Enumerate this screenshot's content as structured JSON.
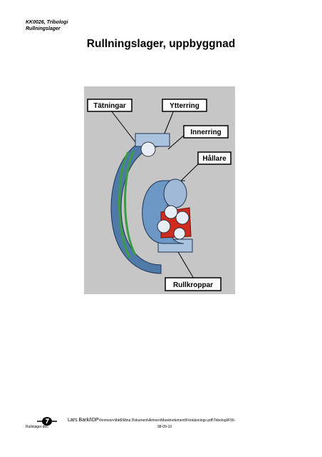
{
  "header": {
    "course": "KK0026, Tribologi",
    "subject": "Rullningslager"
  },
  "title": "Rullningslager, uppbyggnad",
  "figure": {
    "labels": {
      "seals": "Tätningar",
      "outer_ring": "Ytterring",
      "inner_ring": "Innerring",
      "cage": "Hållare",
      "rolling_elements": "Rullkroppar"
    },
    "colors": {
      "background": "#c6c6c6",
      "ring": "#5b86b4",
      "seal": "#3e9a45",
      "ball": "#e8eef6",
      "cage": "#cf2b1e"
    }
  },
  "footer": {
    "author": "Lars Bark/IDP",
    "path": "\\\\homesrv\\lbk$\\Mina Dokument\\Ämnen\\Maskinelement\\Föreläsnings-pdf\\Tribologi\\F56-",
    "file": "Rullnlager.doc",
    "date": "98-09-10"
  }
}
